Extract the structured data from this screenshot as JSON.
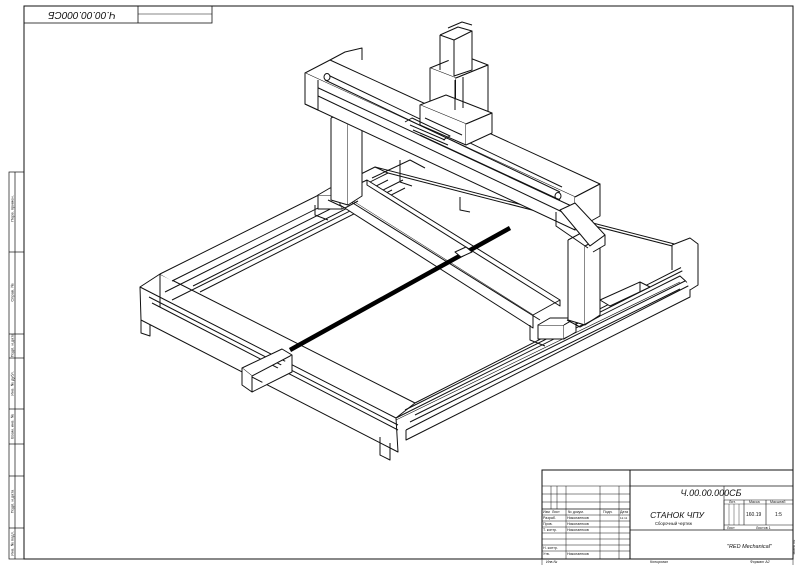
{
  "top_stamp": {
    "code_mirrored": "Ч.00.00.000СБ"
  },
  "left_strip": {
    "labels": [
      "Перв. примен.",
      "Справ. №",
      "Подп. и дата",
      "Инв. № дубл.",
      "Взам. инв. №",
      "Подп. и дата",
      "Инв. № подл."
    ]
  },
  "title_block": {
    "designation": "Ч.00.00.000СБ",
    "product_name": "СТАНОК ЧПУ",
    "doc_type": "Сборочный чертеж",
    "headers": {
      "izm": "Изм",
      "list": "Лист",
      "doc_no": "№ докум.",
      "sign": "Подп.",
      "date": "Дата"
    },
    "roles": [
      {
        "role": "Разраб.",
        "name": "Николаенков",
        "date": "12.11"
      },
      {
        "role": "Пров.",
        "name": "Николаенков",
        "date": ""
      },
      {
        "role": "Т. контр.",
        "name": "Николаенков",
        "date": ""
      },
      {
        "role": "",
        "name": "",
        "date": ""
      },
      {
        "role": "Н. контр.",
        "name": "",
        "date": ""
      },
      {
        "role": "Утв.",
        "name": "Николаенков",
        "date": ""
      }
    ],
    "col_heads": {
      "lit": "Лит.",
      "mass": "Масса",
      "scale": "Масштаб"
    },
    "mass_value": "160.19",
    "scale_value": "1:5",
    "sheet_label": "Лист",
    "sheets_label": "Листов 1",
    "company": "\"RED Mechanical\"",
    "bottom": {
      "inv": "Инв.№",
      "copied": "Копировал",
      "format": "Формат А2"
    },
    "side_note": "Масса: 0/2"
  }
}
